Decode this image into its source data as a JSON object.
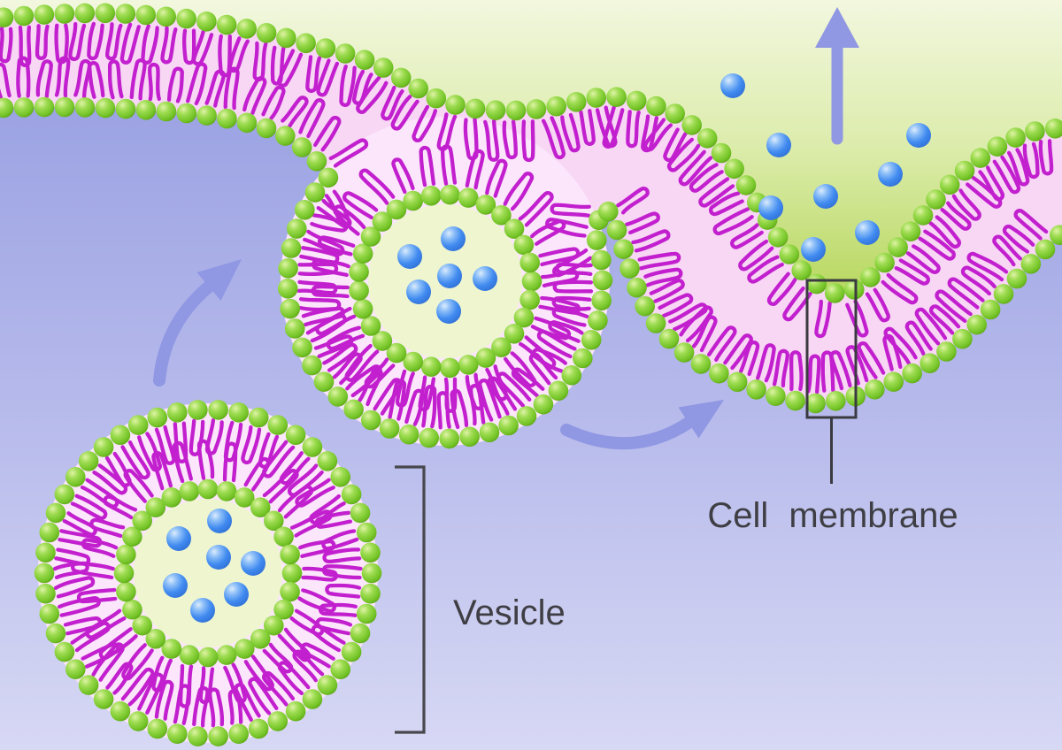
{
  "labels": {
    "vesicle": "Vesicle",
    "cell_membrane": "Cell membrane"
  },
  "icons": [
    {
      "name": "release-arrow-icon",
      "meaning": "contents released upward out of cell"
    },
    {
      "name": "transport-arrow-left-icon",
      "meaning": "vesicle moves toward membrane"
    },
    {
      "name": "transport-arrow-right-icon",
      "meaning": "vesicle fuses and releases"
    }
  ],
  "particles": {
    "free_vesicle_count": 7,
    "fused_vesicle_count": 6,
    "released_count": 8
  },
  "colors": {
    "cytoplasm_top": "#939be0",
    "cytoplasm_mid": "#b3b7ea",
    "cytoplasm_bottom": "#d7d8f4",
    "extracellular_top": "#f2f7df",
    "extracellular_mid": "#dcecab",
    "extracellular_bottom": "#b7d75e",
    "membrane_interior_pink": "#f8d7f5",
    "vesicle_ring_pink": "#fce6fb",
    "vesicle_lumen": "#eef5cf",
    "lipid_head_green": "#7cc92f",
    "lipid_tail_magenta": "#c220ce",
    "particle_blue": "#3d85ee",
    "arrow_purple": "#9097e3",
    "callout_stroke": "#3a3a40",
    "label_text": "#3e3e44"
  }
}
